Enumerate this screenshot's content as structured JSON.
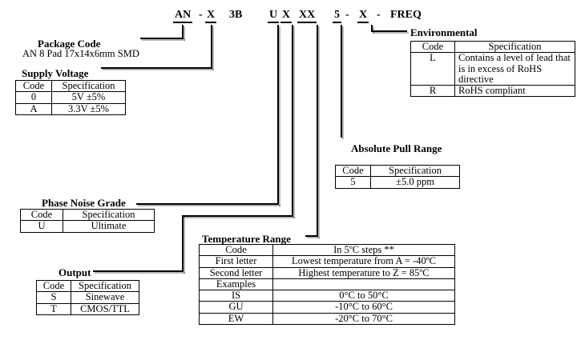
{
  "title_code": "AN - X 3B U X XX 5 - X - FREQ",
  "part_number": {
    "tokens": [
      {
        "text": "AN"
      },
      {
        "text": "-"
      },
      {
        "text": "X"
      },
      {
        "text": "3B"
      },
      {
        "text": "U"
      },
      {
        "text": "X"
      },
      {
        "text": "XX"
      },
      {
        "text": "5"
      },
      {
        "text": "-"
      },
      {
        "text": "X"
      },
      {
        "text": "-"
      },
      {
        "text": "FREQ"
      }
    ]
  },
  "sections": {
    "package_code": {
      "title": "Package Code",
      "description": "AN 8 Pad 17x14x6mm SMD"
    },
    "supply_voltage": {
      "title": "Supply Voltage",
      "headers": [
        "Code",
        "Specification"
      ],
      "rows": [
        [
          "0",
          "5V ±5%"
        ],
        [
          "A",
          "3.3V ±5%"
        ]
      ]
    },
    "phase_noise_grade": {
      "title": "Phase Noise Grade",
      "headers": [
        "Code",
        "Specification"
      ],
      "rows": [
        [
          "U",
          "Ultimate"
        ]
      ]
    },
    "output": {
      "title": "Output",
      "headers": [
        "Code",
        "Specification"
      ],
      "rows": [
        [
          "S",
          "Sinewave"
        ],
        [
          "T",
          "CMOS/TTL"
        ]
      ]
    },
    "temperature_range": {
      "title": "Temperature Range",
      "rows": [
        [
          "Code",
          "In 5ºC steps **"
        ],
        [
          "First letter",
          "Lowest temperature from A = -40ºC"
        ],
        [
          "Second letter",
          "Highest temperature to Z = 85ºC"
        ],
        [
          "Examples",
          ""
        ],
        [
          "IS",
          "0°C to 50°C"
        ],
        [
          "GU",
          "-10°C to 60°C"
        ],
        [
          "EW",
          "-20°C to 70°C"
        ]
      ]
    },
    "absolute_pull_range": {
      "title": "Absolute Pull Range",
      "headers": [
        "Code",
        "Specification"
      ],
      "rows": [
        [
          "5",
          "±5.0 ppm"
        ]
      ]
    },
    "environmental": {
      "title": "Environmental",
      "headers": [
        "Code",
        "Specification"
      ],
      "rows": [
        [
          "L",
          "Contains a level of lead that is in excess of RoHS directive"
        ],
        [
          "R",
          "RoHS compliant"
        ]
      ]
    }
  },
  "colors": {
    "background": "#ffffff",
    "text": "#000000",
    "line": "#000000"
  }
}
